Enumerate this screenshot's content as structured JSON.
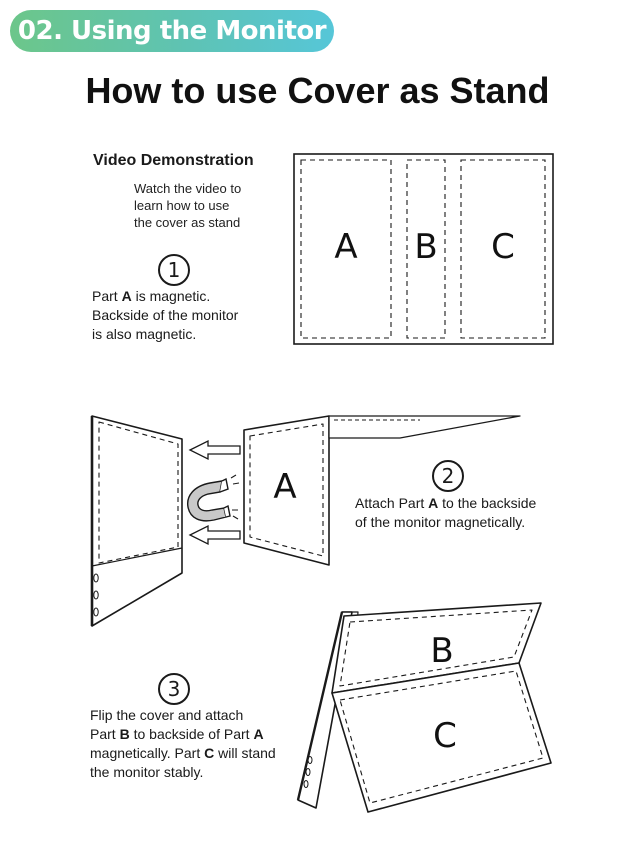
{
  "header": {
    "section_label": "02. Using the Monitor",
    "title": "How to use Cover as Stand"
  },
  "video": {
    "heading": "Video Demonstration",
    "lines": [
      "Watch the video to",
      "learn how to use",
      "the cover as stand"
    ]
  },
  "cover_diagram": {
    "panel_a": "A",
    "panel_b": "B",
    "panel_c": "C"
  },
  "steps": [
    {
      "number": "1",
      "lines": [
        {
          "pre": "Part ",
          "bold": "A",
          "post": " is magnetic."
        },
        {
          "pre": "Backside of the monitor",
          "bold": "",
          "post": ""
        },
        {
          "pre": "is also magnetic.",
          "bold": "",
          "post": ""
        }
      ]
    },
    {
      "number": "2",
      "lines": [
        {
          "pre": "Attach Part ",
          "bold": "A",
          "post": " to the backside"
        },
        {
          "pre": "of the monitor magnetically.",
          "bold": "",
          "post": ""
        }
      ]
    },
    {
      "number": "3",
      "lines": [
        {
          "pre": "Flip the cover and attach",
          "bold": "",
          "post": ""
        },
        {
          "pre": "Part ",
          "bold": "B",
          "post": " to backside of Part "
        },
        {
          "pre": "magnetically. Part ",
          "bold": "C",
          "post": " will stand"
        },
        {
          "pre": "the monitor stably.",
          "bold": "",
          "post": ""
        }
      ],
      "extra_bold": "A"
    }
  ],
  "colors": {
    "pill_start": "#6cc68a",
    "pill_end": "#56c6d8",
    "line": "#1a1a1a"
  },
  "icons": [
    "magnet-icon",
    "arrow-left-icon"
  ]
}
